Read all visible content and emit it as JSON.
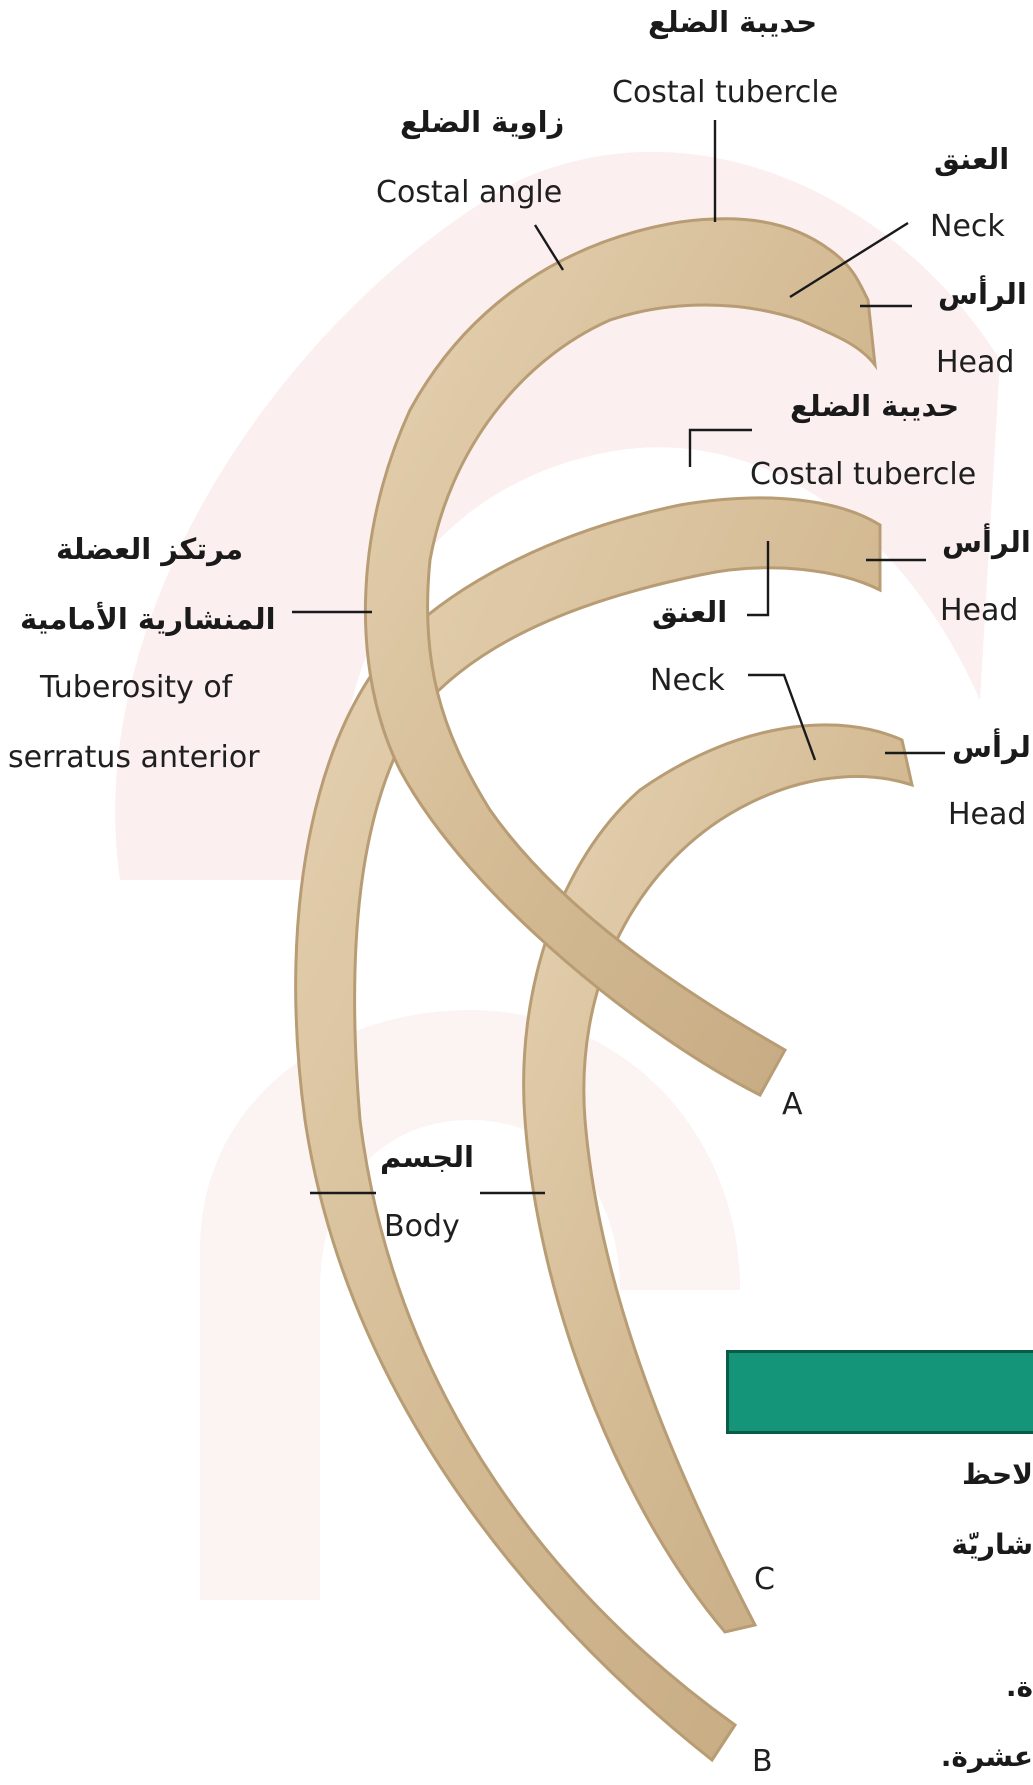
{
  "colors": {
    "banner": "#149479",
    "banner_border": "#0a5a44",
    "bone_fill": "#d9c3a0",
    "bone_shade": "#b89c74",
    "watermark": "#f7e2e2"
  },
  "labels": {
    "top_tubercle": {
      "ar": "حديبة الضلع",
      "en": "Costal tubercle"
    },
    "angle": {
      "ar": "زاوية الضلع",
      "en": "Costal angle"
    },
    "top_neck": {
      "ar": "العنق",
      "en": "Neck"
    },
    "top_head": {
      "ar": "الرأس",
      "en": "Head"
    },
    "mid_tubercle": {
      "ar": "حديبة الضلع",
      "en": "Costal tubercle"
    },
    "mid_head": {
      "ar": "الرأس",
      "en": "Head"
    },
    "mid_neck": {
      "ar": "العنق",
      "en": "Neck"
    },
    "low_head": {
      "ar": "الرأس",
      "en": "Head"
    },
    "serratus": {
      "ar1": "مرتكز العضلة",
      "ar2": "المنشارية الأمامية",
      "en1": "Tuberosity of",
      "en2": "serratus anterior"
    },
    "body": {
      "ar": "الجسم",
      "en": "Body"
    }
  },
  "rib_letters": {
    "a": "A",
    "b": "B",
    "c": "C"
  },
  "partial_text": {
    "line1": "لاحظ",
    "line2": "شاريّة",
    "line3": "ة.",
    "line4": "عشرة."
  }
}
